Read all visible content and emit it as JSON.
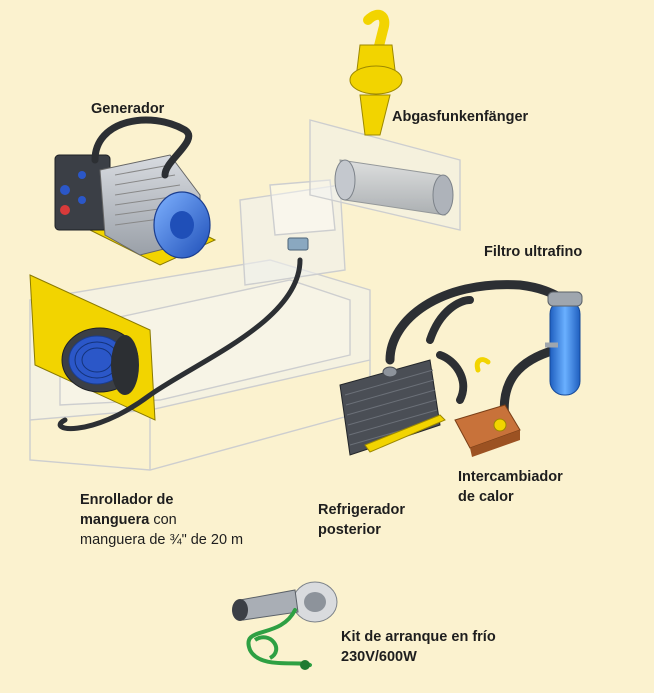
{
  "labels": {
    "generator": "Generador",
    "spark_arrester": "Abgasfunkenfänger",
    "ultrafine_filter": "Filtro ultrafino",
    "hose_reel_line1_bold": "Enrollador de",
    "hose_reel_line2_bold": "manguera",
    "hose_reel_line2_normal": " con",
    "hose_reel_line3": "manguera de ¾\" de 20 m",
    "rear_cooler_line1": "Refrigerador",
    "rear_cooler_line2": "posterior",
    "heat_exchanger_line1": "Intercambiador",
    "heat_exchanger_line2": "de calor",
    "cold_start_line1": "Kit de arranque en frío",
    "cold_start_line2": "230V/600W"
  },
  "colors": {
    "background": "#fbf2cf",
    "accent_yellow": "#f2d400",
    "hose_blue": "#2b57c8",
    "filter_blue": "#2f7fe0",
    "copper": "#c8723a",
    "cable_green": "#2ea043",
    "hose_dark": "#2c2f33"
  }
}
